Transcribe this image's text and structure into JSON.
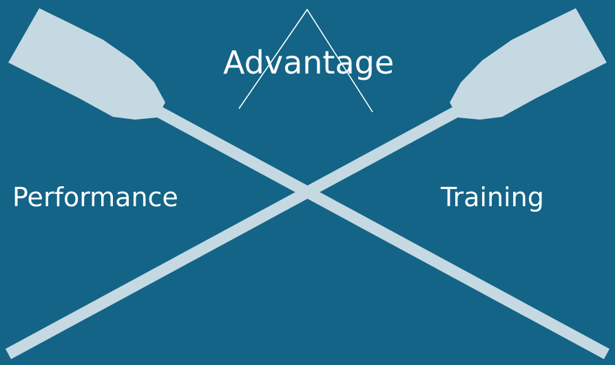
{
  "colors": {
    "background": "#136487",
    "oar": "#c5d9e2",
    "text": "#ffffff",
    "line": "#ffffff"
  },
  "labels": {
    "top": "Advantage",
    "left": "Performance",
    "right": "Training"
  },
  "icons": {
    "left_oar": "oar-icon",
    "right_oar": "oar-icon",
    "peak": "triangle-outline-icon"
  }
}
